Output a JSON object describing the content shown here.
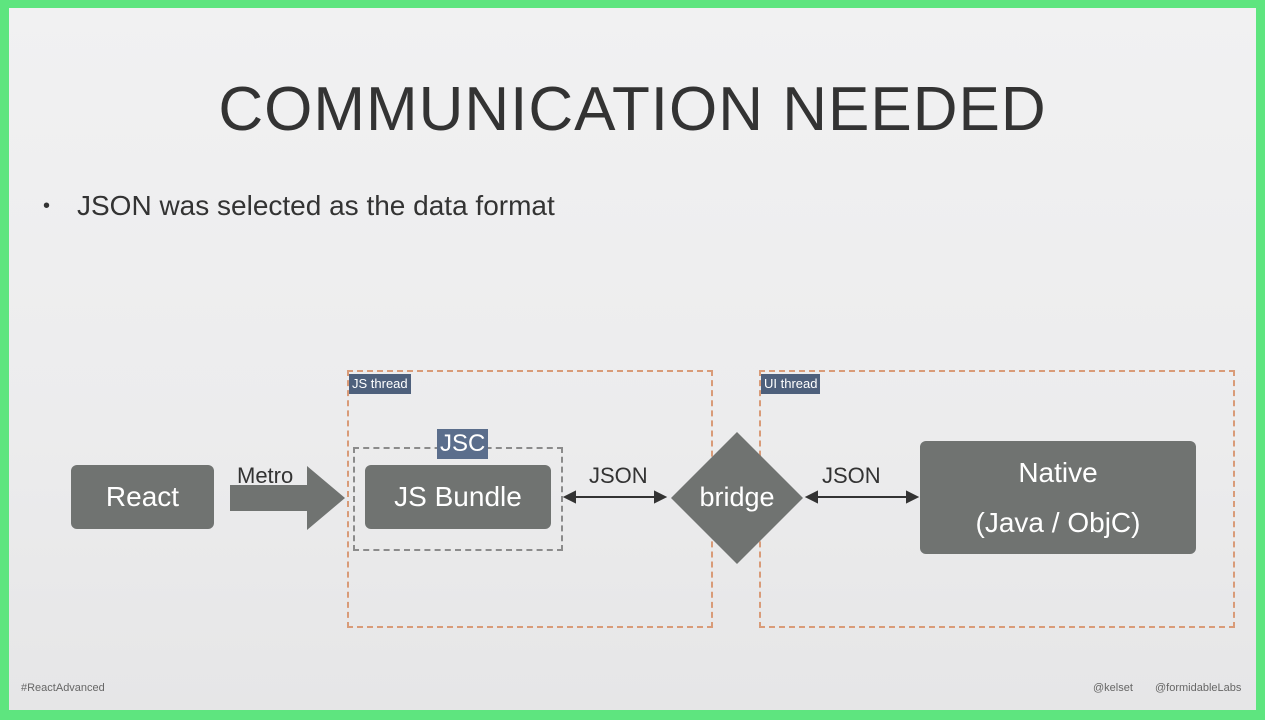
{
  "slide": {
    "title": "COMMUNICATION NEEDED",
    "bullet": "JSON was selected as the data format",
    "diagram": {
      "react": "React",
      "metro": "Metro",
      "js_thread": "JS thread",
      "ui_thread": "UI thread",
      "jsc": "JSC",
      "js_bundle": "JS Bundle",
      "json_left": "JSON",
      "json_right": "JSON",
      "bridge": "bridge",
      "native_line1": "Native",
      "native_line2": "(Java / ObjC)"
    },
    "footer": {
      "hashtag": "#ReactAdvanced",
      "handle1": "@kelset",
      "handle2": "@formidableLabs"
    }
  },
  "colors": {
    "frame": "#5ee57f",
    "box": "#707371",
    "tag": "#4e607c",
    "dash_orange": "#d99b78"
  }
}
